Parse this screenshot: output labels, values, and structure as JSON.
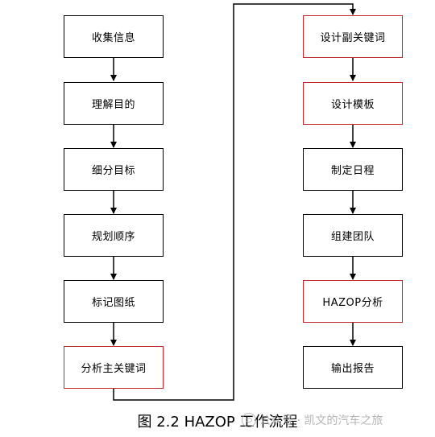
{
  "left_column": {
    "steps": [
      {
        "label": "收集信息",
        "highlight": false
      },
      {
        "label": "理解目的",
        "highlight": false
      },
      {
        "label": "细分目标",
        "highlight": false
      },
      {
        "label": "规划顺序",
        "highlight": false
      },
      {
        "label": "标记图纸",
        "highlight": false
      },
      {
        "label": "分析主关键词",
        "highlight": true
      }
    ]
  },
  "right_column": {
    "steps": [
      {
        "label": "设计副关键词",
        "highlight": true
      },
      {
        "label": "设计模板",
        "highlight": true
      },
      {
        "label": "制定日程",
        "highlight": false
      },
      {
        "label": "组建团队",
        "highlight": false
      },
      {
        "label": "HAZOP分析",
        "highlight": true
      },
      {
        "label": "输出报告",
        "highlight": false
      }
    ]
  },
  "caption": "图 2.2 HAZOP 工作流程",
  "watermark": "公众号 · 凯文的汽车之旅",
  "colors": {
    "box_border": "#000000",
    "highlight_border": "#c0282d",
    "arrow": "#000000"
  }
}
